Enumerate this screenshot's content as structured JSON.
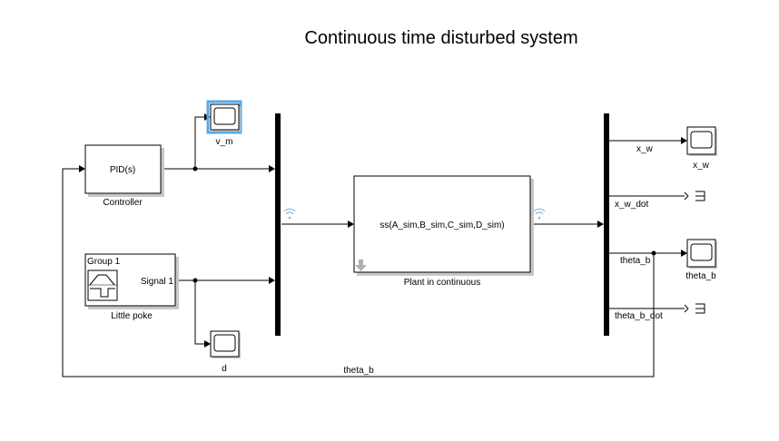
{
  "diagram": {
    "title": "Continuous time disturbed system"
  },
  "blocks": {
    "controller": {
      "expression": "PID(s)",
      "label": "Controller"
    },
    "little_poke": {
      "group": "Group 1",
      "signal": "Signal 1",
      "label": "Little poke"
    },
    "plant": {
      "expression": "ss(A_sim,B_sim,C_sim,D_sim)",
      "label": "Plant in continuous"
    },
    "scope_vm": {
      "label": "v_m"
    },
    "scope_d": {
      "label": "d"
    },
    "scope_xw": {
      "label": "x_w"
    },
    "scope_thetab": {
      "label": "theta_b"
    }
  },
  "signals": {
    "x_w": "x_w",
    "x_w_dot": "x_w_dot",
    "theta_b": "theta_b",
    "theta_b_dot": "theta_b_dot",
    "feedback": "theta_b"
  },
  "colors": {
    "selection": "#55aaea",
    "wifi": "#8ab8e0",
    "plant_arrow": "#b0b0b0"
  }
}
